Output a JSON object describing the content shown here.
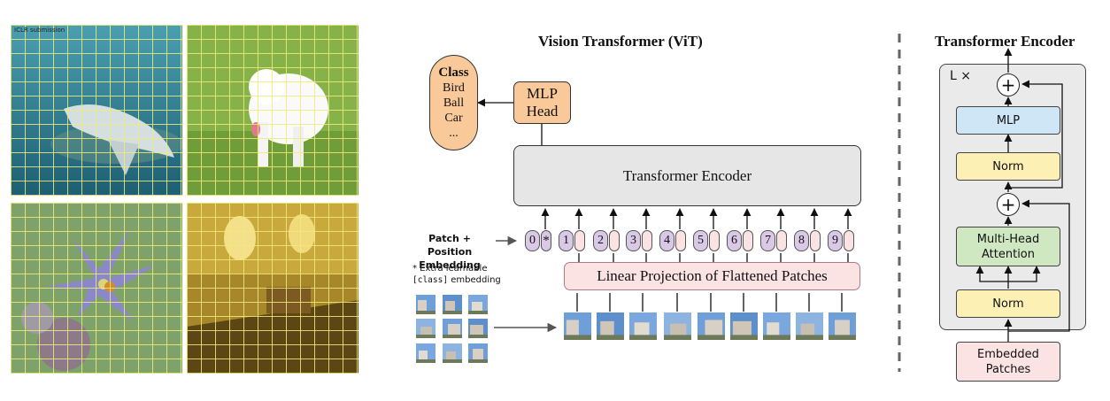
{
  "vit": {
    "title": "Vision Transformer (ViT)",
    "class_box": {
      "heading": "Class",
      "items": [
        "Bird",
        "Ball",
        "Car",
        "..."
      ]
    },
    "mlp_head": {
      "line1": "MLP",
      "line2": "Head"
    },
    "encoder_label": "Transformer Encoder",
    "projection_label": "Linear Projection of Flattened Patches",
    "pos_embedding_label": {
      "line1": "Patch + Position",
      "line2": "Embedding"
    },
    "extra_note": {
      "line1": "* Extra learnable",
      "code": "[class]",
      "rest": " embedding"
    },
    "tokens": [
      "0",
      "1",
      "2",
      "3",
      "4",
      "5",
      "6",
      "7",
      "8",
      "9"
    ],
    "class_token_mark": "*"
  },
  "photos": {
    "watermark": "ICLR submission"
  },
  "encoder_detail": {
    "title": "Transformer Encoder",
    "repeat": "L ×",
    "mlp": "MLP",
    "norm_top": "Norm",
    "attention": {
      "line1": "Multi-Head",
      "line2": "Attention"
    },
    "norm_bottom": "Norm",
    "input": {
      "line1": "Embedded",
      "line2": "Patches"
    },
    "plus": "+"
  },
  "colors": {
    "orange": "#f9c99a",
    "purple": "#d9c9e6",
    "pink": "#fbe3e4",
    "gray": "#e6e6e6",
    "blue": "#cfe6f6",
    "yellow": "#fdf0b5",
    "green": "#cfe8c2"
  }
}
